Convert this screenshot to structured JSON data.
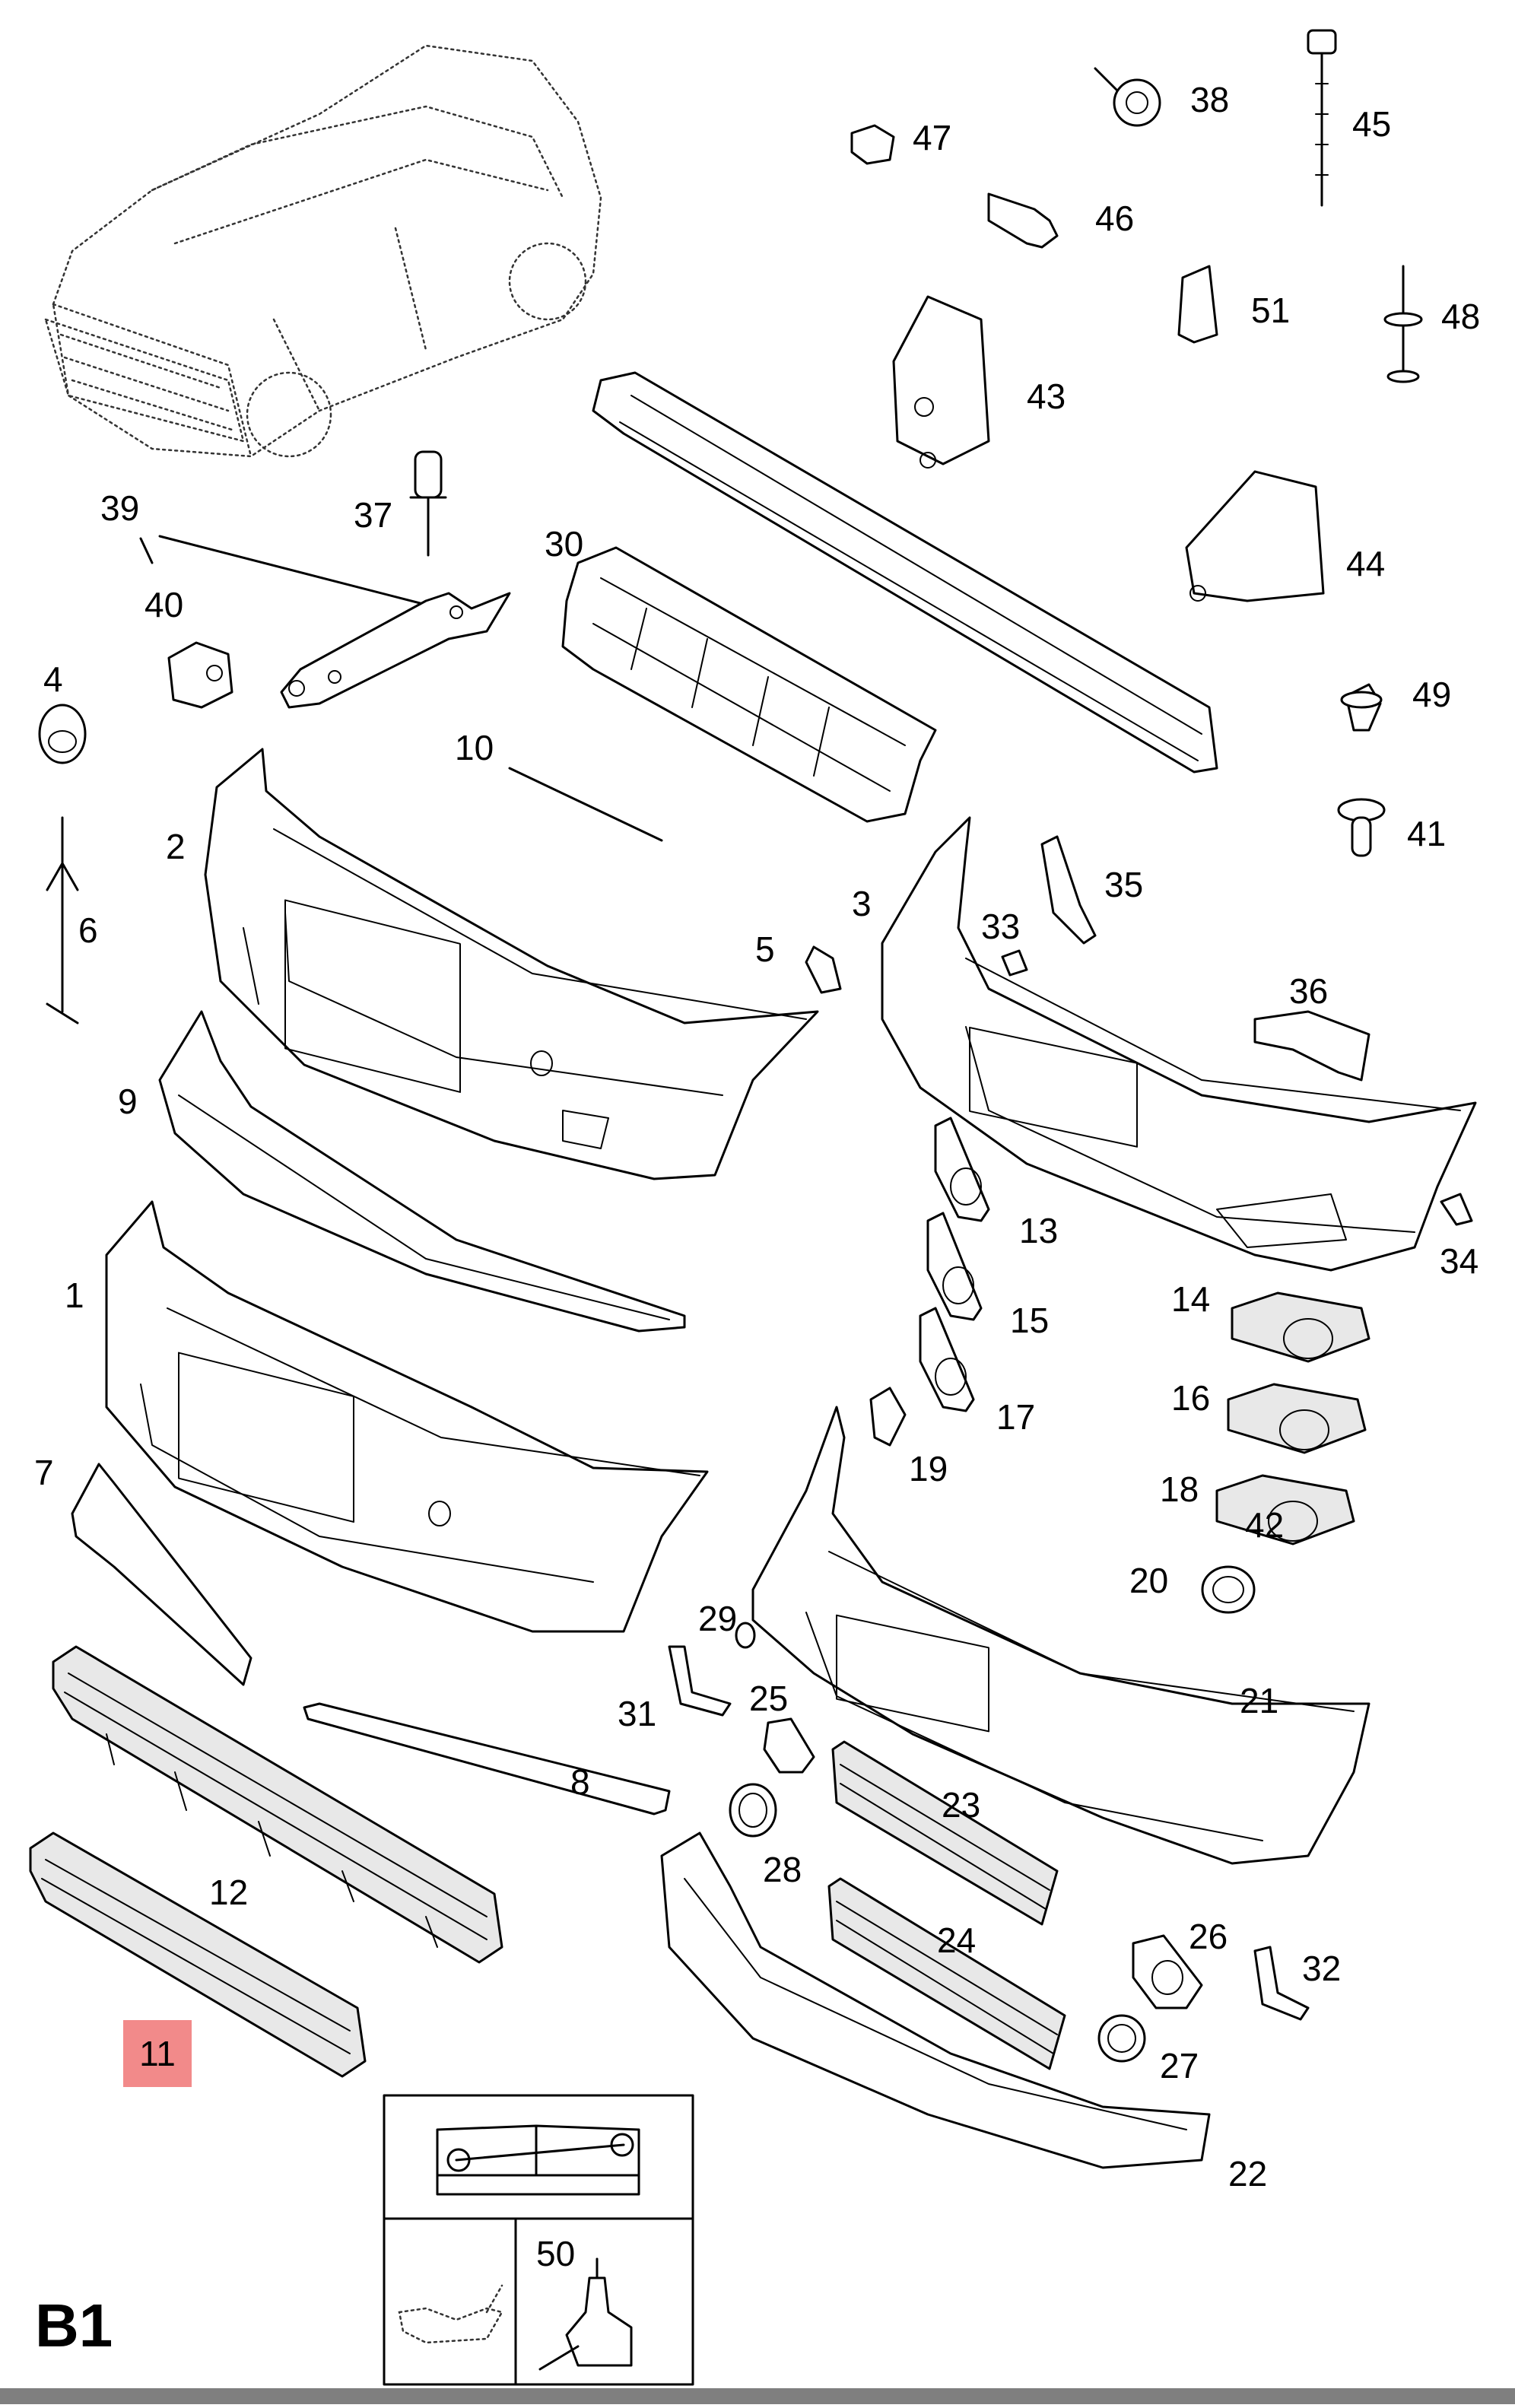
{
  "diagram": {
    "section_code": "B1",
    "highlight_color": "#f28a8a",
    "bar_color": "#7f7f7f",
    "labels": {
      "p1": "1",
      "p2": "2",
      "p3": "3",
      "p4": "4",
      "p5": "5",
      "p6": "6",
      "p7": "7",
      "p8": "8",
      "p9": "9",
      "p10": "10",
      "p11": "11",
      "p12": "12",
      "p13": "13",
      "p14": "14",
      "p15": "15",
      "p16": "16",
      "p17": "17",
      "p18": "18",
      "p19": "19",
      "p20": "20",
      "p21": "21",
      "p22": "22",
      "p23": "23",
      "p24": "24",
      "p25": "25",
      "p26": "26",
      "p27": "27",
      "p28": "28",
      "p29": "29",
      "p30": "30",
      "p31": "31",
      "p32": "32",
      "p33": "33",
      "p34": "34",
      "p35": "35",
      "p36": "36",
      "p37": "37",
      "p38": "38",
      "p39": "39",
      "p40": "40",
      "p41": "41",
      "p42": "42",
      "p43": "43",
      "p44": "44",
      "p45": "45",
      "p46": "46",
      "p47": "47",
      "p48": "48",
      "p49": "49",
      "p50": "50",
      "p51": "51"
    },
    "icons": {
      "manual": "repair-manual-icon",
      "oil": "oil-can-icon",
      "adhesive": "adhesive-bottle-icon"
    }
  }
}
